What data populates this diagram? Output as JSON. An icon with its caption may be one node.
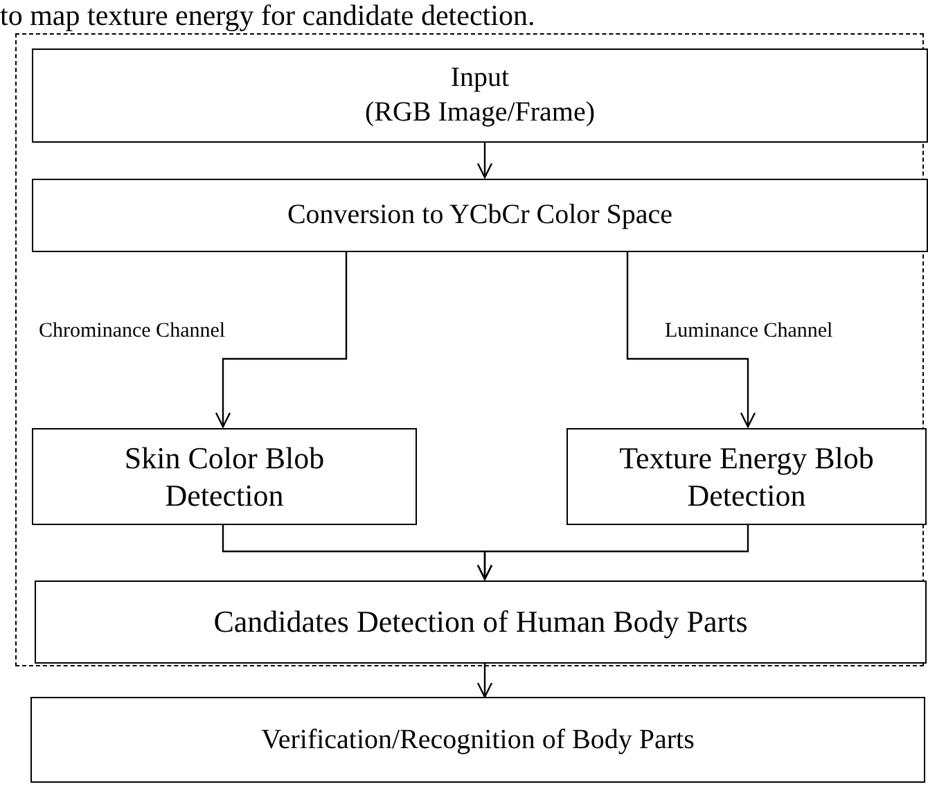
{
  "diagram": {
    "nodes": [
      {
        "text": [],
        "shape": "box"
      },
      {
        "text": [
          "Input",
          "(RGB Image/Frame)"
        ],
        "in": 0
      },
      {
        "text": [
          "Conversion to YCbCr Color Space"
        ],
        "in": 0
      },
      {
        "text": [
          "Skin Color Blob Detection"
        ],
        "in": 0
      },
      {
        "text": [
          "Texture Energy Blob Detection"
        ],
        "in": 0
      },
      {
        "text": [
          "Candidates Detection of Human Body Parts"
        ],
        "in": 0
      },
      {
        "text": [
          "Verification/Recognition of Body Parts"
        ]
      }
    ],
    "edges": [
      {
        "from": 1,
        "to": 2,
        "arrow": "to"
      },
      {
        "from": 2,
        "to": 3,
        "arrow": "to",
        "label": "Chrominance Channel"
      },
      {
        "from": 2,
        "to": 4,
        "arrow": "to",
        "label": "Luminance Channel"
      },
      {
        "from": 3,
        "to": 5,
        "arrow": "to"
      },
      {
        "from": 4,
        "to": 5,
        "arrow": "to"
      },
      {
        "from": 5,
        "to": 6,
        "arrow": "to"
      }
    ],
    "labels": [
      "to map texture energy for candidate detection."
    ]
  }
}
